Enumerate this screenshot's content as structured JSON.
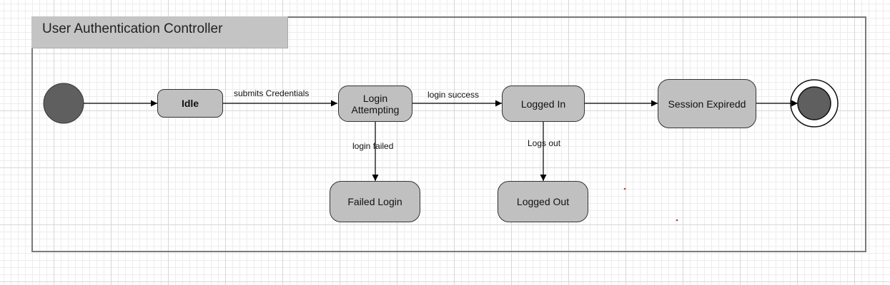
{
  "diagram": {
    "title": "User Authentication Controller",
    "states": {
      "idle": "Idle",
      "login_attempting": "Login\nAttempting",
      "logged_in": "Logged In",
      "session_expired": "Session Expiredd",
      "failed_login": "Failed Login",
      "logged_out": "Logged Out"
    },
    "transitions": {
      "submits_credentials": "submits Credentials",
      "login_success": "login success",
      "login_failed": "login failed",
      "logs_out": "Logs out"
    }
  },
  "colors": {
    "state_fill": "#c0c0c0",
    "initial_fill": "#5f5f5f",
    "frame_border": "#7a7a7a",
    "title_fill": "#c4c4c4"
  }
}
